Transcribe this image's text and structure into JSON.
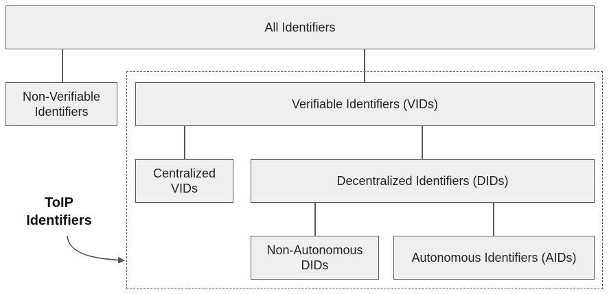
{
  "nodes": {
    "all": "All Identifiers",
    "non_verifiable": "Non-Verifiable Identifiers",
    "verifiable": "Verifiable Identifiers (VIDs)",
    "centralized": "Centralized VIDs",
    "decentralized": "Decentralized Identifiers (DIDs)",
    "non_autonomous": "Non-Autonomous DIDs",
    "autonomous": "Autonomous Identifiers (AIDs)"
  },
  "group_label": "ToIP Identifiers"
}
